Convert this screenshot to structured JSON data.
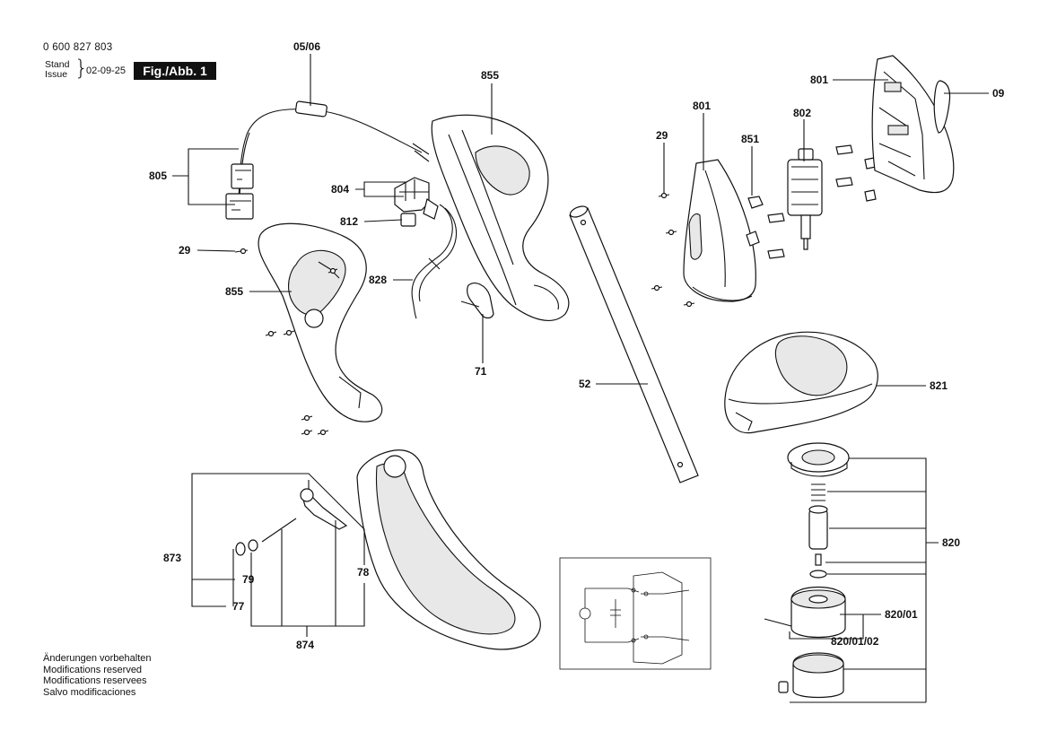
{
  "header": {
    "part_number": "0 600 827 803",
    "stand_label": "Stand",
    "issue_label": "Issue",
    "date": "02-09-25",
    "figure": "Fig./Abb. 1"
  },
  "notes": [
    "Änderungen vorbehalten",
    "Modifications reserved",
    "Modifications reservees",
    "Salvo modificaciones"
  ],
  "labels": {
    "l_0506": "05/06",
    "l_805": "805",
    "l_804": "804",
    "l_812": "812",
    "l_29a": "29",
    "l_855a": "855",
    "l_828": "828",
    "l_855b": "855",
    "l_71": "71",
    "l_52": "52",
    "l_29b": "29",
    "l_801a": "801",
    "l_851": "851",
    "l_802": "802",
    "l_801b": "801",
    "l_09": "09",
    "l_821": "821",
    "l_820": "820",
    "l_82001": "820/01",
    "l_8200102": "820/01/02",
    "l_873": "873",
    "l_79": "79",
    "l_77": "77",
    "l_78": "78",
    "l_874": "874"
  },
  "colors": {
    "ink": "#111111",
    "paper": "#ffffff",
    "fig_box": "#111111",
    "fig_text": "#ffffff"
  }
}
